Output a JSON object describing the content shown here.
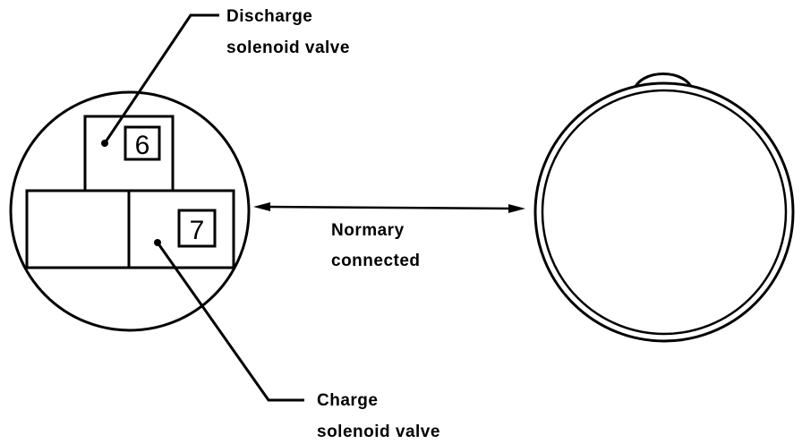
{
  "labels": {
    "discharge_line1": "Discharge",
    "discharge_line2": "solenoid valve",
    "charge_line1": "Charge",
    "charge_line2": "solenoid valve",
    "connection_line1": "Normary",
    "connection_line2": "connected"
  },
  "valve_numbers": {
    "discharge": "6",
    "charge": "7"
  },
  "colors": {
    "stroke": "#000000",
    "background": "#ffffff"
  }
}
